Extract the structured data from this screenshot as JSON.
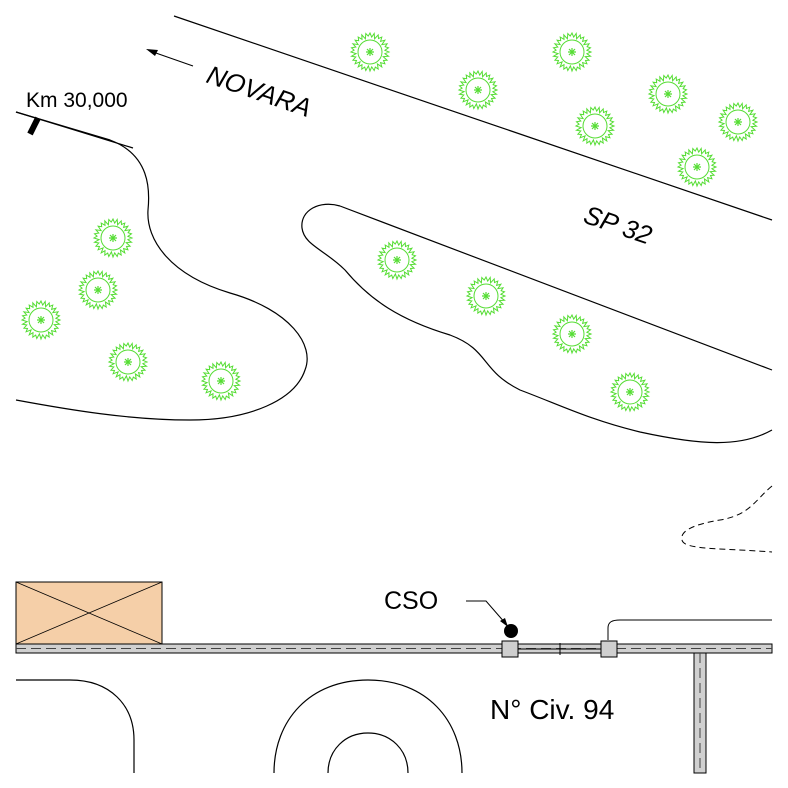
{
  "labels": {
    "direction": "NOVARA",
    "road": "SP 32",
    "kilometer": "Km 30,000",
    "cso": "CSO",
    "civic_number": "N° Civ. 94"
  },
  "colors": {
    "background": "#ffffff",
    "line": "#000000",
    "tree": "#55dd33",
    "building_fill": "#f5cfa8",
    "sidewalk": "#d0d0d0",
    "manhole": "#cfcfcf"
  },
  "tree_count": 16,
  "icons": {
    "tree": "tree-symbol-icon",
    "arrow": "direction-arrow-icon",
    "cso": "cso-marker-icon",
    "km": "km-marker-icon"
  }
}
